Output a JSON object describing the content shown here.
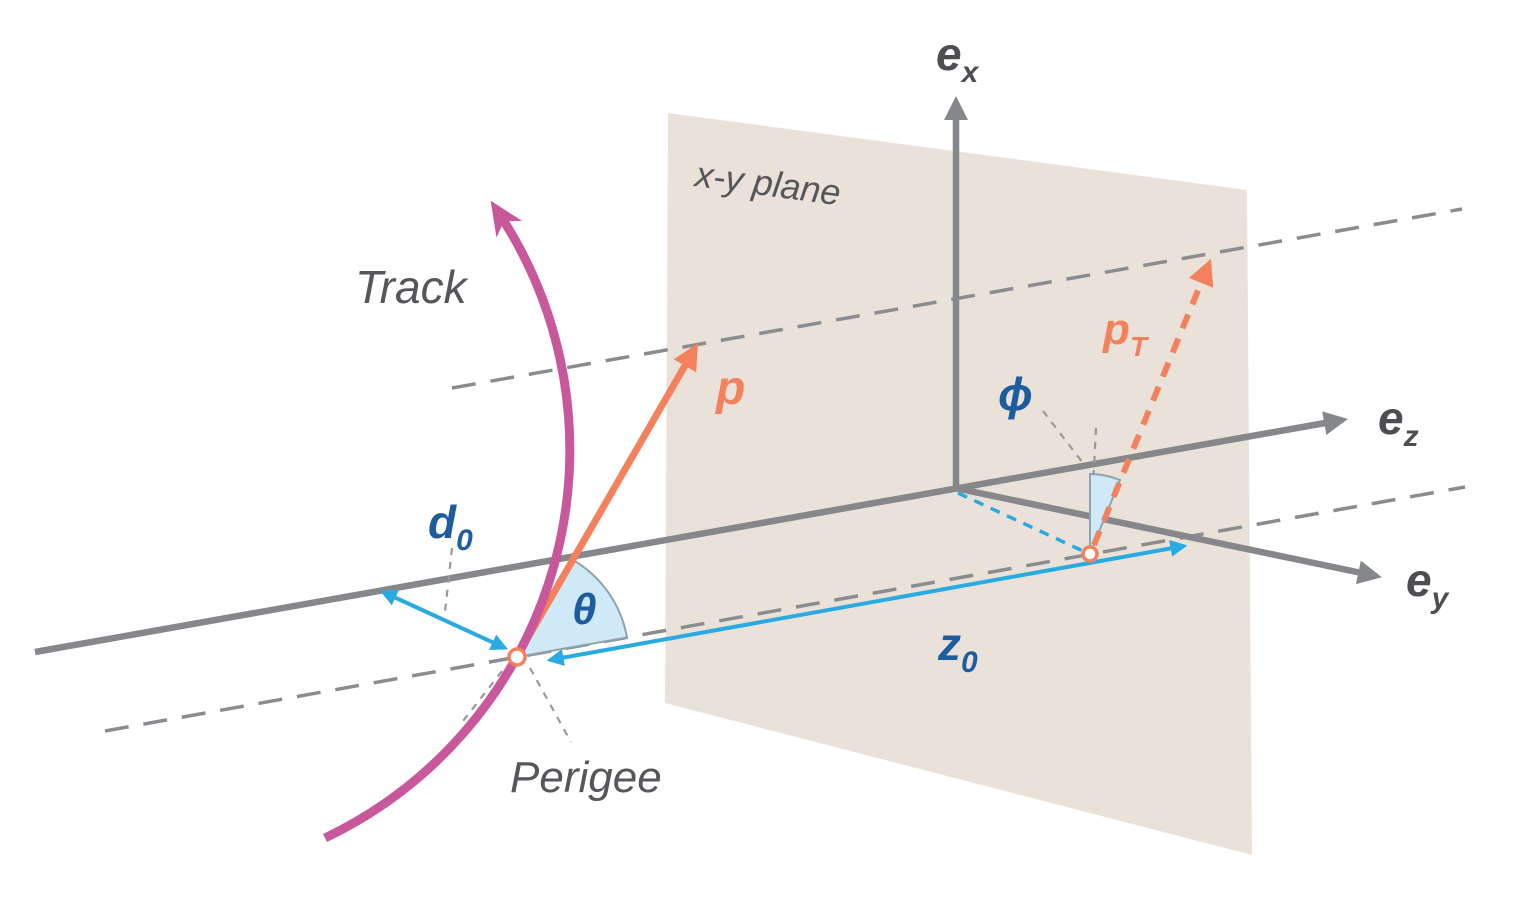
{
  "labels": {
    "track": "Track",
    "perigee": "Perigee",
    "xy_plane": "x-y plane",
    "axis_base": "e",
    "sub_x": "x",
    "sub_y": "y",
    "sub_z": "z",
    "momentum": "p",
    "sub_T": "T",
    "d": "d",
    "z": "z",
    "sub_0": "0",
    "theta": "θ",
    "phi": "ϕ"
  },
  "colors": {
    "track": "#c8579b",
    "momentum": "#f4815d",
    "impact_cyan": "#29abe2",
    "param_blue": "#1d5c9e",
    "axis_gray": "#85878a",
    "axis_text": "#4c4e52",
    "text_gray": "#55575a",
    "plane_beige": "#eae2d8",
    "wedge_blue": "#cfe9f7",
    "wedge_edge": "#8fa3ad",
    "dash_gray": "#8a8c8f",
    "pointer_gray": "#97999c",
    "node_fill": "#ffffff",
    "background": "#ffffff"
  }
}
